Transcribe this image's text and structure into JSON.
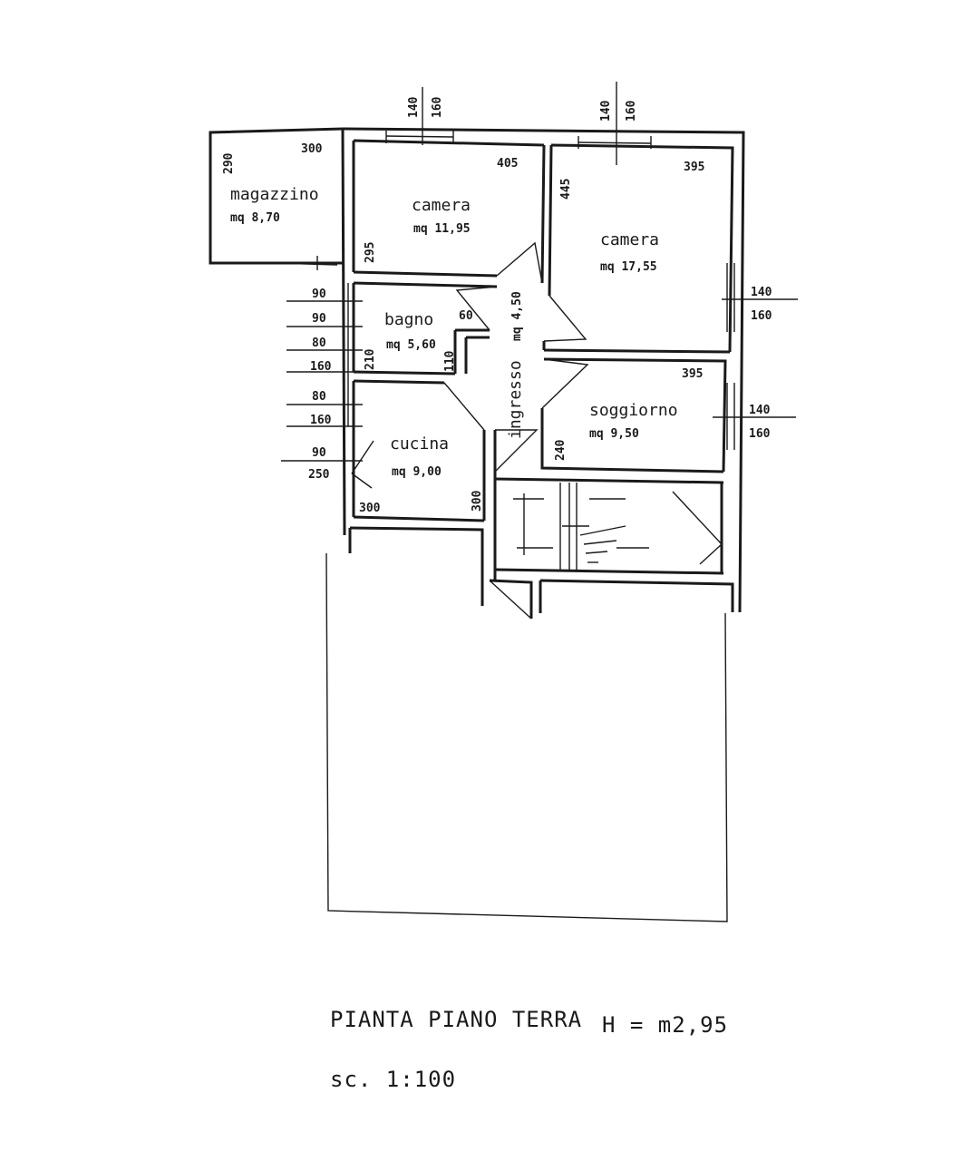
{
  "rooms": {
    "magazzino": {
      "name": "magazzino",
      "area": "mq 8,70"
    },
    "camera_1": {
      "name": "camera",
      "area": "mq 11,95"
    },
    "camera_2": {
      "name": "camera",
      "area": "mq 17,55"
    },
    "bagno": {
      "name": "bagno",
      "area": "mq 5,60"
    },
    "ingresso": {
      "name": "ingresso",
      "area": "mq 4,50"
    },
    "soggiorno": {
      "name": "soggiorno",
      "area": "mq 9,50"
    },
    "cucina": {
      "name": "cucina",
      "area": "mq 9,00"
    }
  },
  "dimensions": {
    "mag_w": "300",
    "mag_h": "290",
    "cam1_win_a": "140",
    "cam1_win_b": "160",
    "cam1_w": "405",
    "cam1_h": "295",
    "cam2_win_a": "140",
    "cam2_win_b": "160",
    "cam2_w": "395",
    "cam2_h": "445",
    "cam2_side_a": "140",
    "cam2_side_b": "160",
    "bagno_w": "60",
    "bagno_h": "210",
    "bagno_door": "110",
    "left_90a": "90",
    "left_90b": "90",
    "left_80a": "80",
    "left_160a": "160",
    "left_80b": "80",
    "left_160b": "160",
    "left_90c": "90",
    "left_250": "250",
    "cucina_w": "300",
    "cucina_h": "300",
    "sogg_w": "395",
    "sogg_h": "240",
    "sogg_side_a": "140",
    "sogg_side_b": "160"
  },
  "caption": {
    "title": "PIANTA PIANO TERRA",
    "height": "H = m2,95",
    "scale": "sc. 1:100"
  }
}
